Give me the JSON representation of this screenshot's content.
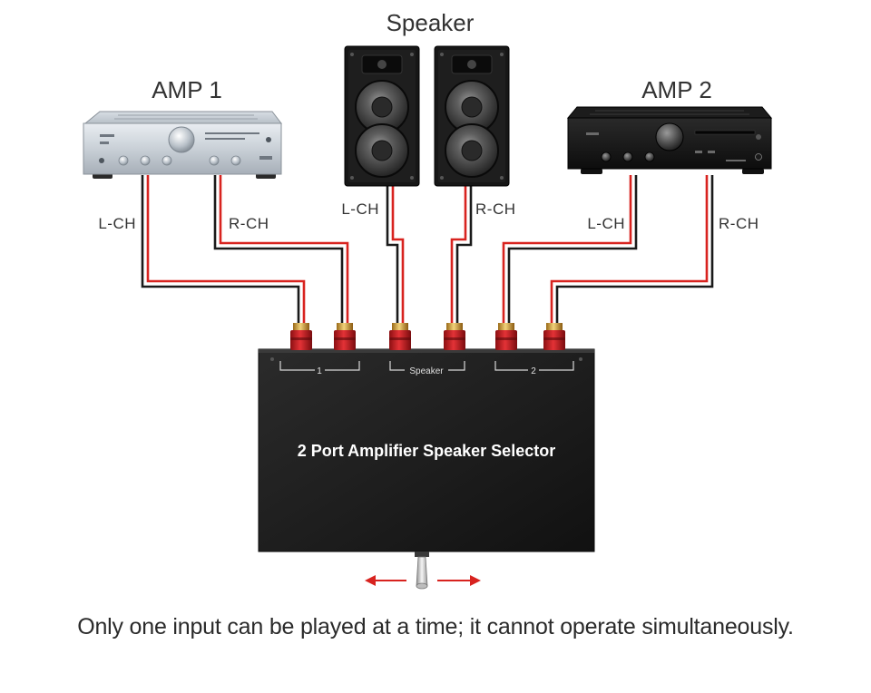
{
  "labels": {
    "speaker": "Speaker",
    "amp1": "AMP 1",
    "amp2": "AMP 2",
    "amp1_left": "L-CH",
    "amp1_right": "R-CH",
    "speaker_left": "L-CH",
    "speaker_right": "R-CH",
    "amp2_left": "L-CH",
    "amp2_right": "R-CH"
  },
  "device": {
    "title": "2 Port Amplifier Speaker Selector",
    "port_1": "1",
    "port_speaker": "Speaker",
    "port_2": "2"
  },
  "caption": "Only one input can be played at a time; it cannot operate simultaneously.",
  "colors": {
    "wire_red": "#d8231f",
    "wire_black": "#1a1a1a",
    "arrow_red": "#d8231f",
    "box": "#1f1f1f"
  }
}
